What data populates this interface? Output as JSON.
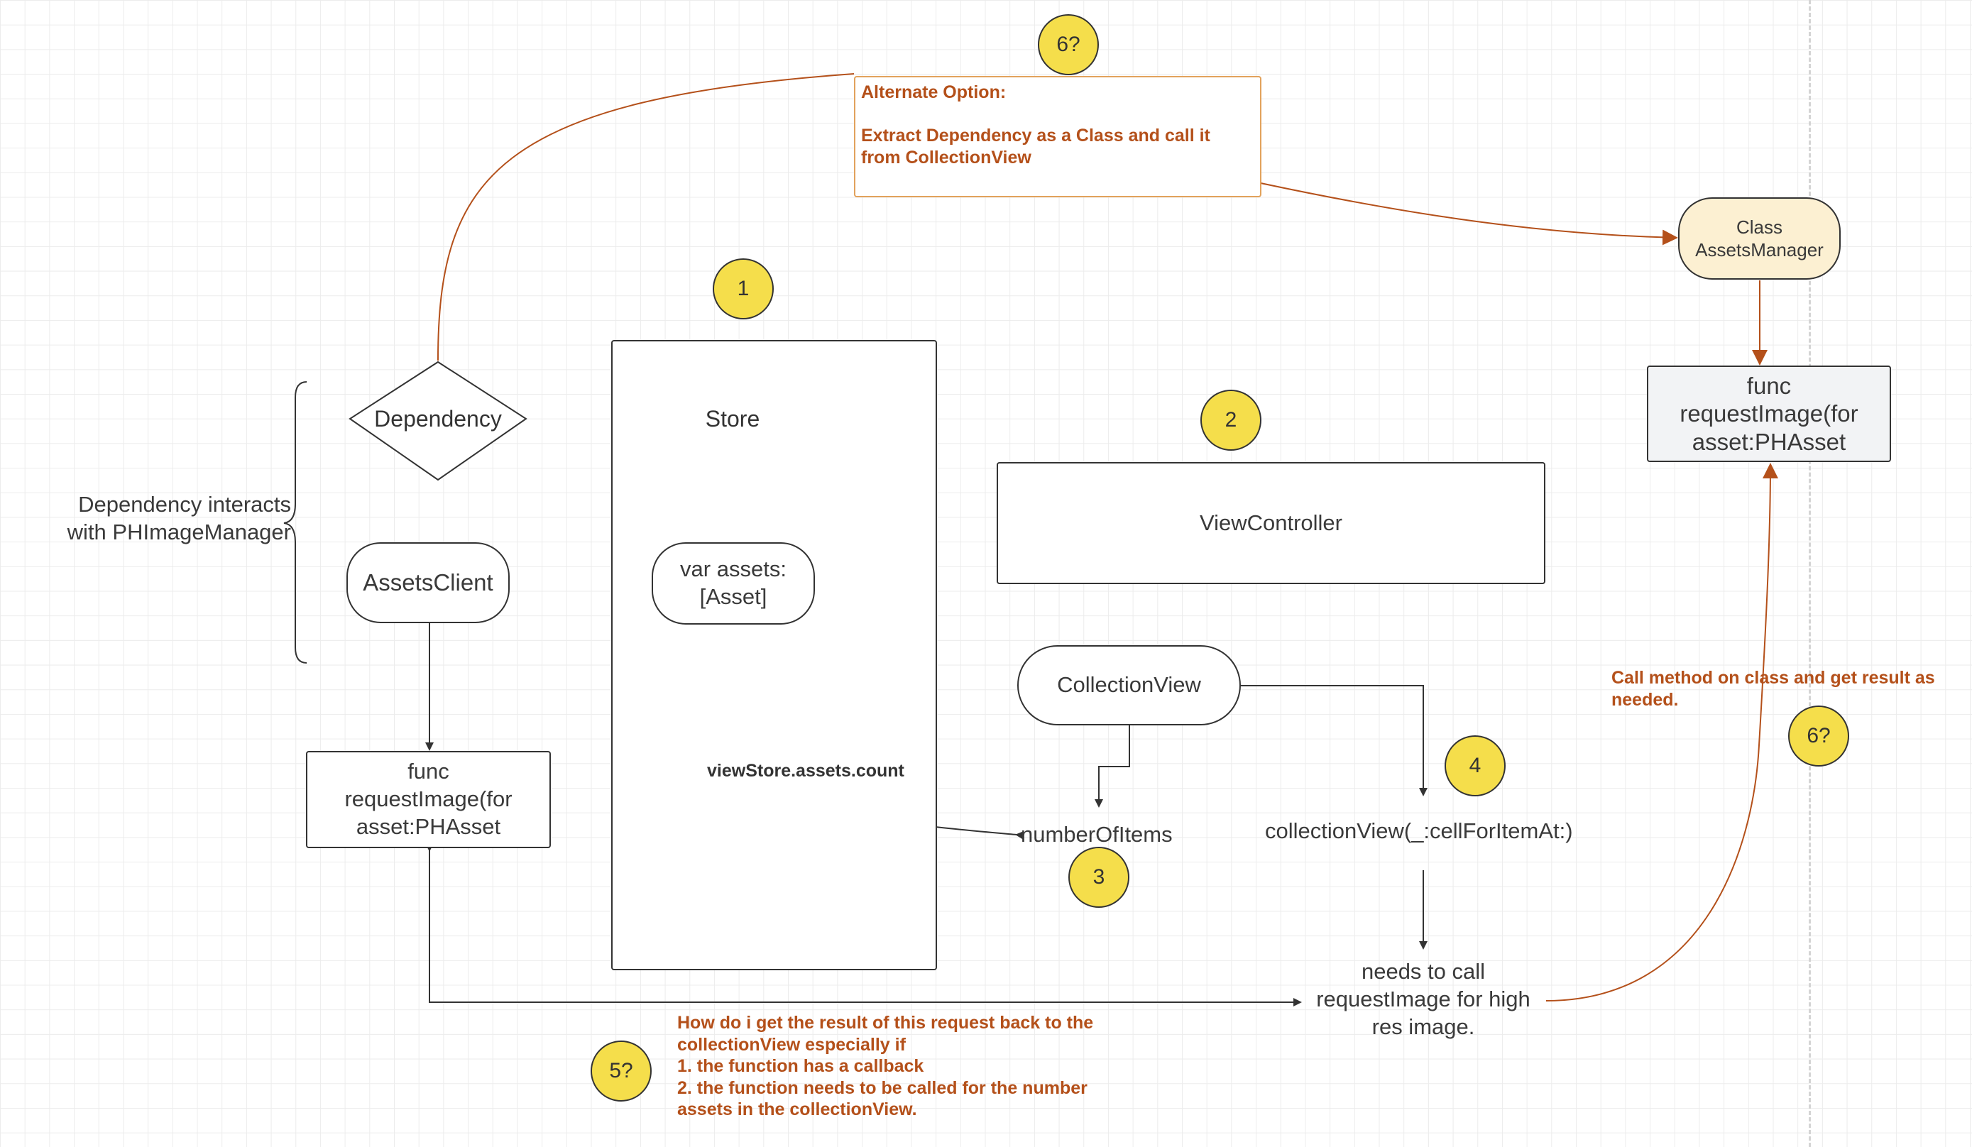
{
  "badges": {
    "b1": "1",
    "b2": "2",
    "b3": "3",
    "b4": "4",
    "b5": "5?",
    "b6_top": "6?",
    "b6_right": "6?"
  },
  "left_group": {
    "brace_label": "Dependency interacts\nwith PHImageManager",
    "dependency": "Dependency",
    "assets_client": "AssetsClient",
    "request_image": "func\nrequestImage(for\nasset:PHAsset"
  },
  "store_group": {
    "store": "Store",
    "var_assets": "var assets:\n[Asset]",
    "edge_label": "viewStore.assets.count"
  },
  "view_group": {
    "view_controller": "ViewController",
    "collection_view": "CollectionView",
    "number_of_items": "numberOfItems",
    "cell_for_item": "collectionView(_:cellForItemAt:)",
    "needs_to_call": "needs to call\nrequestImage for high\nres image."
  },
  "right_group": {
    "class_assets_manager": "Class\nAssetsManager",
    "request_image": "func\nrequestImage(for\nasset:PHAsset",
    "call_method_note": "Call method on class and get result as\nneeded."
  },
  "notes": {
    "alternate_option": "Alternate Option:\n\nExtract Dependency as a Class and call it\nfrom CollectionView",
    "question": "How do i get the result of this request back to the\ncollectionView especially if\n1. the function has a callback\n2. the function needs to be called for the number\nassets in the collectionView."
  },
  "colors": {
    "badge_fill": "#f5de4b",
    "accent_orange": "#b4501a",
    "assets_manager_fill": "#fcf0d2",
    "request_box_fill": "#f2f3f5",
    "stroke": "#333333"
  }
}
